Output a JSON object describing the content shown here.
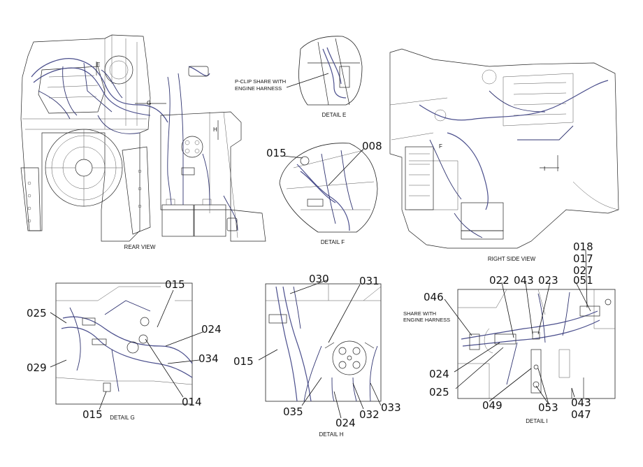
{
  "views": {
    "rear": "REAR VIEW",
    "right_side": "RIGHT SIDE VIEW",
    "detail_e": "DETAIL  E",
    "detail_f": "DETAIL  F",
    "detail_g": "DETAIL  G",
    "detail_h": "DETAIL  H",
    "detail_i": "DETAIL  I"
  },
  "notes": {
    "pclip_line1": "P-CLIP SHARE WITH",
    "pclip_line2": "ENGINE HARNESS",
    "share_line1": "SHARE WITH",
    "share_line2": "ENGINE HARNESS"
  },
  "section_markers": {
    "e": "E",
    "g": "G",
    "h": "H",
    "f": "F",
    "i": "I"
  },
  "callouts": {
    "f_015": "015",
    "f_008": "008",
    "g_015_top": "015",
    "g_025": "025",
    "g_024": "024",
    "g_034": "034",
    "g_029": "029",
    "g_014": "014",
    "g_015_bottom": "015",
    "h_030": "030",
    "h_031": "031",
    "h_015": "015",
    "h_035": "035",
    "h_024": "024",
    "h_032": "032",
    "h_033": "033",
    "i_018": "018",
    "i_017": "017",
    "i_027": "027",
    "i_022": "022",
    "i_043_top": "043",
    "i_023": "023",
    "i_051": "051",
    "i_046": "046",
    "i_024": "024",
    "i_025": "025",
    "i_049": "049",
    "i_053": "053",
    "i_043_bottom": "043",
    "i_047": "047"
  },
  "colors": {
    "linework": "#222222",
    "harness": "#4a4e8c"
  }
}
